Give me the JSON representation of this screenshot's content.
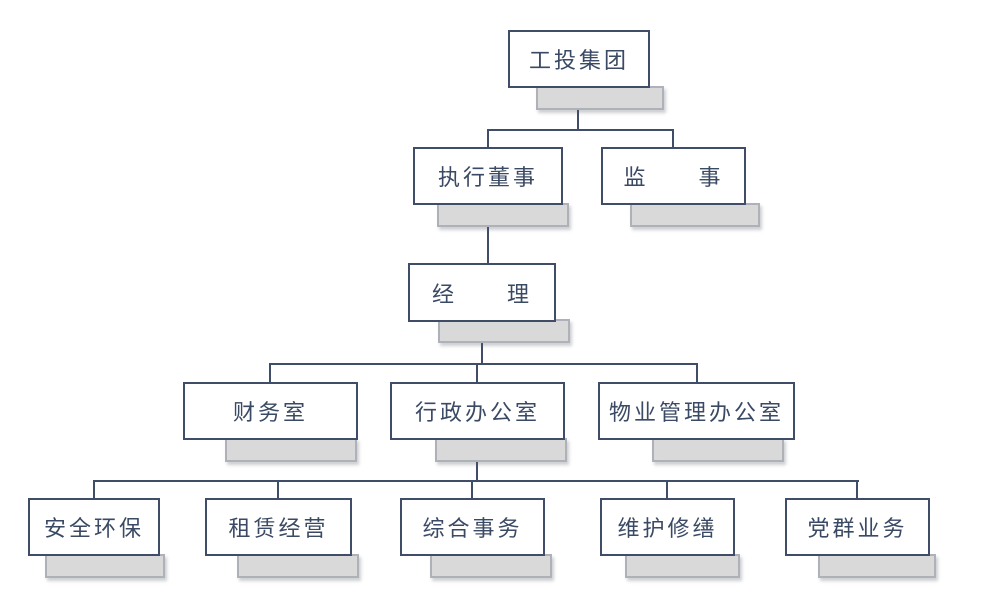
{
  "diagram": {
    "type": "org-chart",
    "nodes": [
      {
        "id": "gongtou-group",
        "label": "工投集团",
        "level": 1
      },
      {
        "id": "executive-director",
        "label": "执行董事",
        "level": 2
      },
      {
        "id": "supervisor",
        "label": "监　　事",
        "level": 2
      },
      {
        "id": "manager",
        "label": "经　　理",
        "level": 3
      },
      {
        "id": "finance-office",
        "label": "财务室",
        "level": 4
      },
      {
        "id": "admin-office",
        "label": "行政办公室",
        "level": 4
      },
      {
        "id": "property-office",
        "label": "物业管理办公室",
        "level": 4
      },
      {
        "id": "safety-env",
        "label": "安全环保",
        "level": 5
      },
      {
        "id": "leasing",
        "label": "租赁经营",
        "level": 5
      },
      {
        "id": "general-affairs",
        "label": "综合事务",
        "level": 5
      },
      {
        "id": "maintenance",
        "label": "维护修缮",
        "level": 5
      },
      {
        "id": "party-mass",
        "label": "党群业务",
        "level": 5
      }
    ],
    "edges": [
      {
        "from": "gongtou-group",
        "to": "executive-director"
      },
      {
        "from": "gongtou-group",
        "to": "supervisor"
      },
      {
        "from": "executive-director",
        "to": "manager"
      },
      {
        "from": "manager",
        "to": "finance-office"
      },
      {
        "from": "manager",
        "to": "admin-office"
      },
      {
        "from": "manager",
        "to": "property-office"
      },
      {
        "from": "admin-office",
        "to": "safety-env"
      },
      {
        "from": "admin-office",
        "to": "leasing"
      },
      {
        "from": "admin-office",
        "to": "general-affairs"
      },
      {
        "from": "admin-office",
        "to": "maintenance"
      },
      {
        "from": "admin-office",
        "to": "party-mass"
      }
    ],
    "colors": {
      "background": "#ffffff",
      "box_fill": "#ffffff",
      "box_border": "#3f4d68",
      "text": "#3a4964",
      "bar_fill": "#d9d9d9",
      "bar_border": "#aeb2b8",
      "connector": "#3f4d68"
    }
  }
}
